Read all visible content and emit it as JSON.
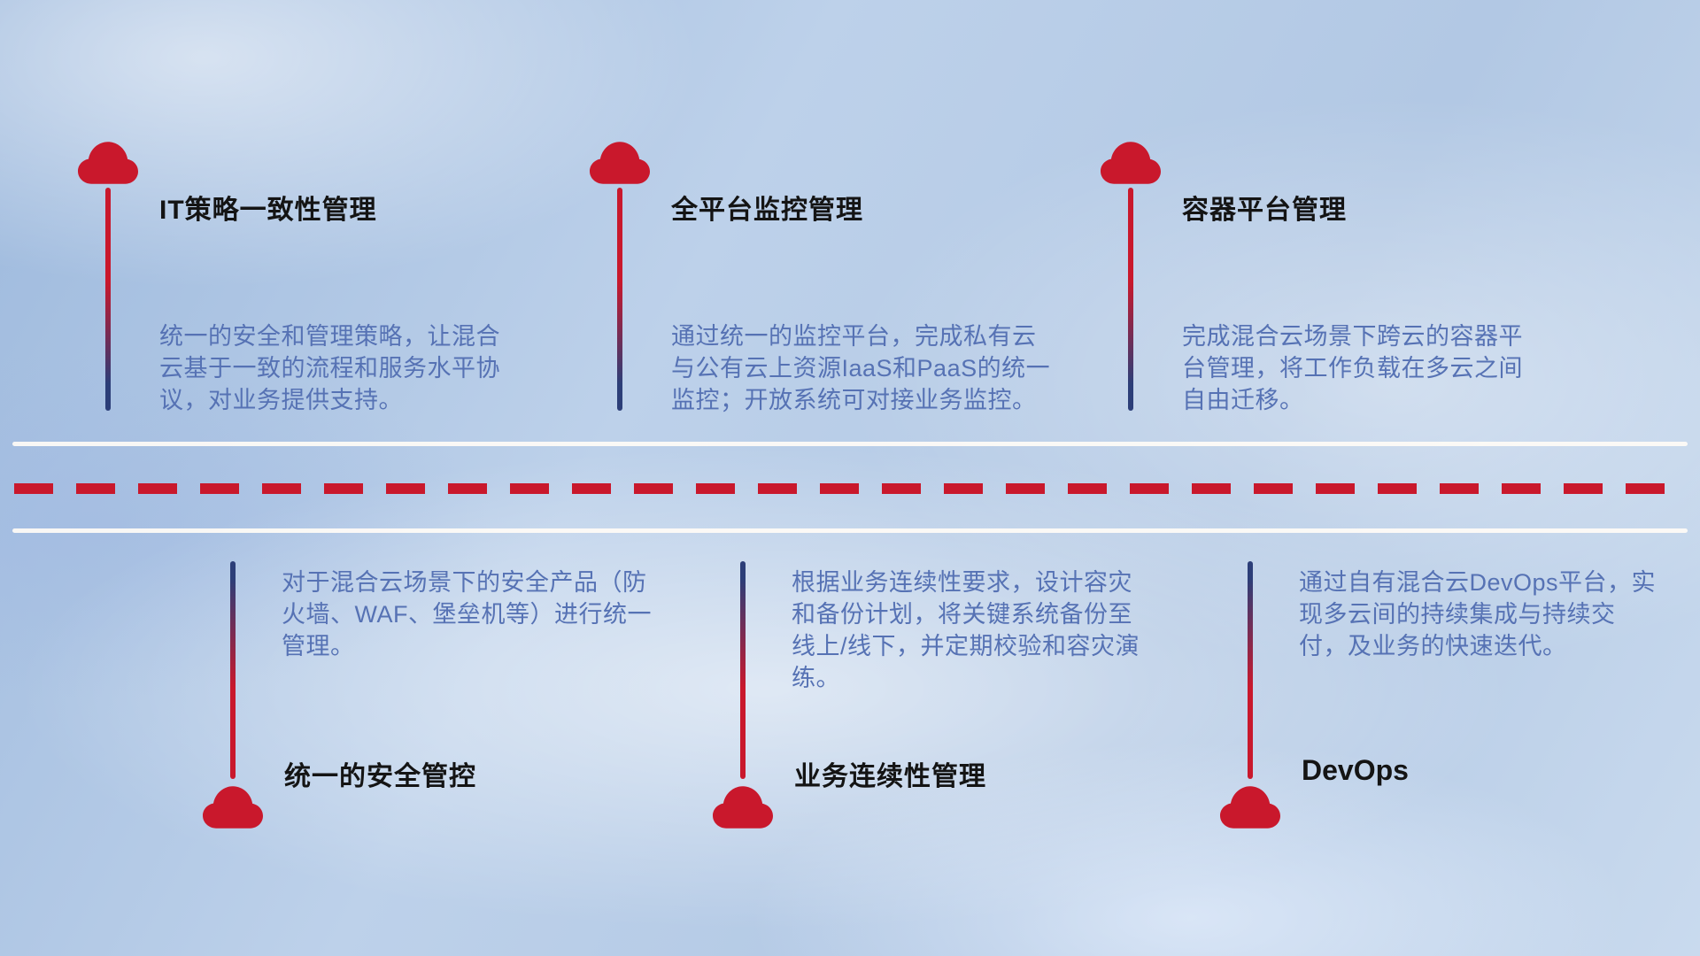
{
  "colors": {
    "accent_red": "#c9182c",
    "line_navy": "#2c3e78",
    "description_text": "#5672b4",
    "title_text": "#141414"
  },
  "items": {
    "top": [
      {
        "title": "IT策略一致性管理",
        "description": "统一的安全和管理策略，让混合云基于一致的流程和服务水平协议，对业务提供支持。"
      },
      {
        "title": "全平台监控管理",
        "description": "通过统一的监控平台，完成私有云与公有云上资源IaaS和PaaS的统一监控；开放系统可对接业务监控。"
      },
      {
        "title": "容器平台管理",
        "description": "完成混合云场景下跨云的容器平台管理，将工作负载在多云之间自由迁移。"
      }
    ],
    "bottom": [
      {
        "title": "统一的安全管控",
        "description": "对于混合云场景下的安全产品（防火墙、WAF、堡垒机等）进行统一管理。"
      },
      {
        "title": "业务连续性管理",
        "description": "根据业务连续性要求，设计容灾和备份计划，将关键系统备份至线上/线下，并定期校验和容灾演练。"
      },
      {
        "title": "DevOps",
        "description": "通过自有混合云DevOps平台，实现多云间的持续集成与持续交付，及业务的快速迭代。"
      }
    ]
  }
}
